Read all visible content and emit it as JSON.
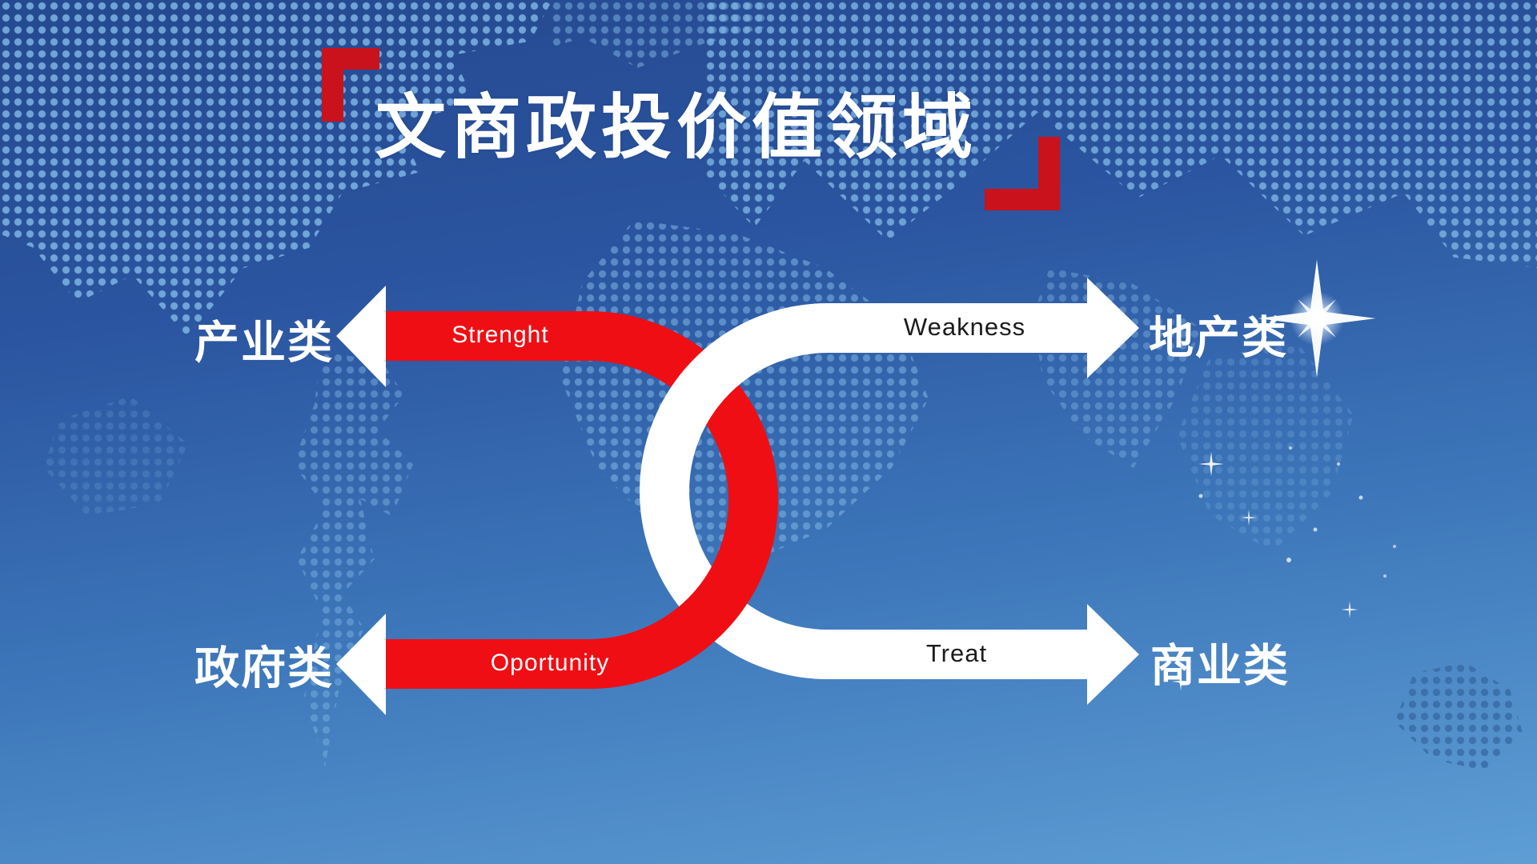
{
  "title": "文商政投价值领域",
  "diagram": {
    "top_left": {
      "category": "产业类",
      "label": "Strenght"
    },
    "top_right": {
      "category": "地产类",
      "label": "Weakness"
    },
    "bottom_left": {
      "category": "政府类",
      "label": "Oportunity"
    },
    "bottom_right": {
      "category": "商业类",
      "label": "Treat"
    }
  },
  "colors": {
    "arrow_red": "#ef0e14",
    "bracket_red": "#c9121b",
    "arrow_white": "#ffffff",
    "dark_label": "#1b1b1b",
    "bg_top": "#24498f",
    "bg_bottom": "#5e9ed5"
  }
}
